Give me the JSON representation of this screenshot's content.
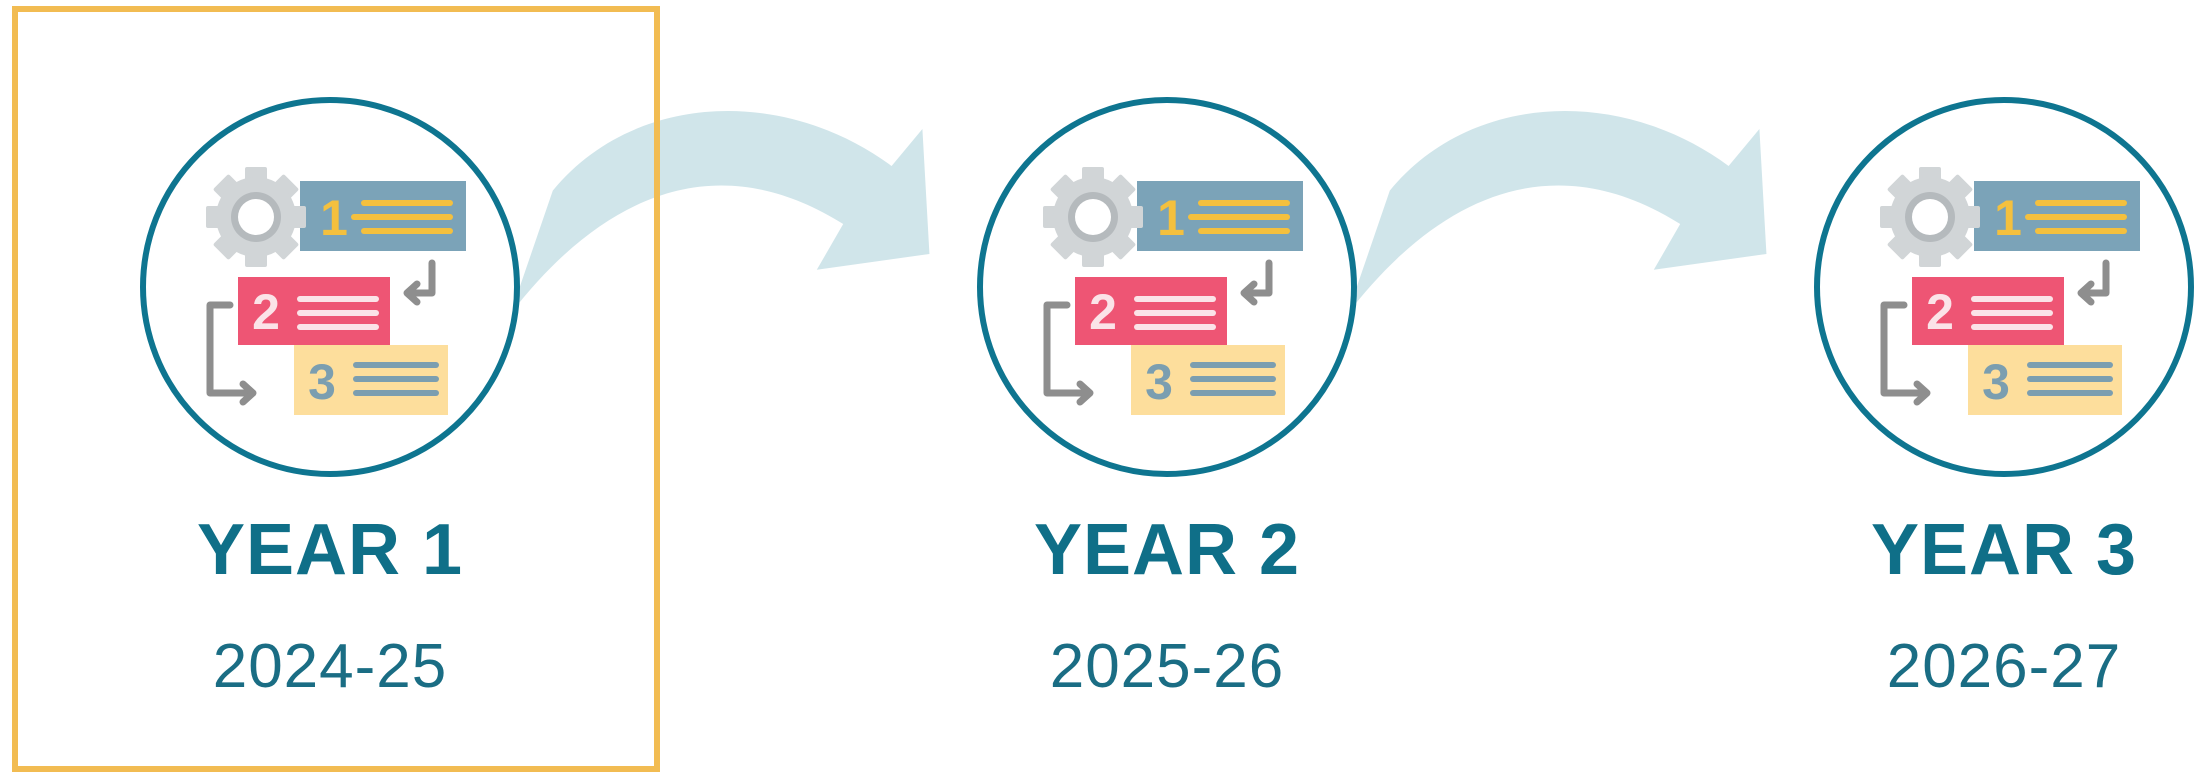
{
  "years": [
    {
      "label": "YEAR 1",
      "range": "2024-25",
      "step_numbers": [
        "1",
        "2",
        "3"
      ]
    },
    {
      "label": "YEAR 2",
      "range": "2025-26",
      "step_numbers": [
        "1",
        "2",
        "3"
      ]
    },
    {
      "label": "YEAR 3",
      "range": "2026-27",
      "step_numbers": [
        "1",
        "2",
        "3"
      ]
    }
  ],
  "icons": {
    "process": "process-steps-icon",
    "connector": "curved-arrow-icon"
  },
  "colors": {
    "accent": "#0e7590",
    "arrow": "#d0e5ea",
    "highlight": "#f2bc52",
    "step1": "#7ba3b8",
    "step2": "#ee5574",
    "step3": "#fdde9c",
    "gear": "#d1d5d7"
  }
}
